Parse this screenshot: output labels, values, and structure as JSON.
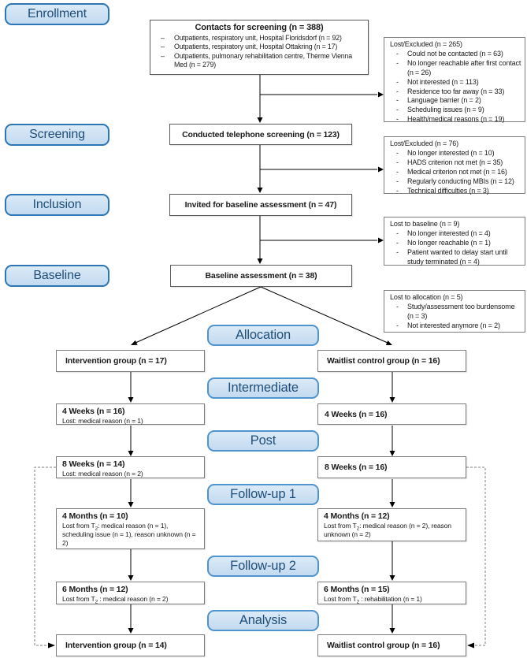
{
  "diagram_title": "Study flow diagram",
  "colors": {
    "pill_fill": "#cfe3f5",
    "pill_border_side": "#2e75b6",
    "pill_border_center": "#4f94cd",
    "pill_text": "#1f4e79",
    "flow_box_border": "#595959",
    "side_box_border": "#7f7f7f",
    "arrow": "#000000",
    "dashed_line": "#7f7f7f"
  },
  "stages_left": [
    {
      "label": "Enrollment"
    },
    {
      "label": "Screening"
    },
    {
      "label": "Inclusion"
    },
    {
      "label": "Baseline"
    }
  ],
  "stages_center": [
    {
      "label": "Allocation"
    },
    {
      "label": "Intermediate"
    },
    {
      "label": "Post"
    },
    {
      "label": "Follow-up 1"
    },
    {
      "label": "Follow-up 2"
    },
    {
      "label": "Analysis"
    }
  ],
  "flow": {
    "contacts": {
      "title": "Contacts for screening (n = 388)",
      "bullets": [
        "Outpatients, respiratory unit, Hospital Floridsdorf (n = 92)",
        "Outpatients, respiratory unit, Hospital Ottakring (n = 17)",
        "Outpatients, pulmonary rehabilitation centre, Therme Vienna Med (n = 279)"
      ]
    },
    "telephone": {
      "title": "Conducted telephone screening (n = 123)"
    },
    "invited": {
      "title": "Invited for baseline assessment (n = 47)"
    },
    "baseline": {
      "title": "Baseline assessment (n = 38)"
    }
  },
  "side_boxes": [
    {
      "title": "Lost/Excluded (n = 265)",
      "items": [
        "Could not be contacted (n = 63)",
        "No longer reachable after first contact (n = 26)",
        "Not interested (n = 113)",
        "Residence too far away (n = 33)",
        "Language barrier (n = 2)",
        "Scheduling issues (n = 9)",
        "Health/medical reasons (n = 19)"
      ]
    },
    {
      "title": "Lost/Excluded (n = 76)",
      "items": [
        "No longer interested (n = 10)",
        "HADS criterion not met (n = 35)",
        "Medical criterion not met (n = 16)",
        "Regularly conducting MBIs (n = 12)",
        "Technical difficulties (n = 3)"
      ]
    },
    {
      "title": "Lost to baseline (n = 9)",
      "items": [
        "No longer interested (n = 4)",
        "No longer reachable (n = 1)",
        "Patient wanted to delay start until study terminated (n = 4)"
      ]
    },
    {
      "title": "Lost to allocation (n = 5)",
      "items": [
        "Study/assessment too burdensome (n = 3)",
        "Not interested anymore (n = 2)"
      ]
    }
  ],
  "intervention": {
    "allocated": "Intervention group (n = 17)",
    "w4": {
      "title": "4 Weeks (n = 16)",
      "note": "Lost: medical reason (n = 1)"
    },
    "w8": {
      "title": "8 Weeks (n = 14)",
      "note": "Lost: medical reason (n = 2)"
    },
    "m4": {
      "title": "4 Months (n = 10)",
      "note_prefix": "Lost from T",
      "note_sub": "2",
      "note_suffix": ": medical reason (n = 1), scheduling issue (n = 1), reason unknown (n = 2)"
    },
    "m6": {
      "title": "6 Months (n = 12)",
      "note_prefix": "Lost from T",
      "note_sub": "2",
      "note_suffix": " : medical reason (n = 2)"
    },
    "final": "Intervention group (n = 14)"
  },
  "waitlist": {
    "allocated": "Waitlist control group (n = 16)",
    "w4": {
      "title": "4 Weeks (n = 16)"
    },
    "w8": {
      "title": "8 Weeks (n = 16)"
    },
    "m4": {
      "title": "4 Months (n = 12)",
      "note_prefix": "Lost from T",
      "note_sub": "2",
      "note_suffix": ": medical reason (n = 2), reason unknown (n = 2)"
    },
    "m6": {
      "title": "6 Months (n = 15)",
      "note_prefix": "Lost from T",
      "note_sub": "2",
      "note_suffix": " : rehabilitation (n = 1)"
    },
    "final": "Waitlist control group (n = 16)"
  }
}
